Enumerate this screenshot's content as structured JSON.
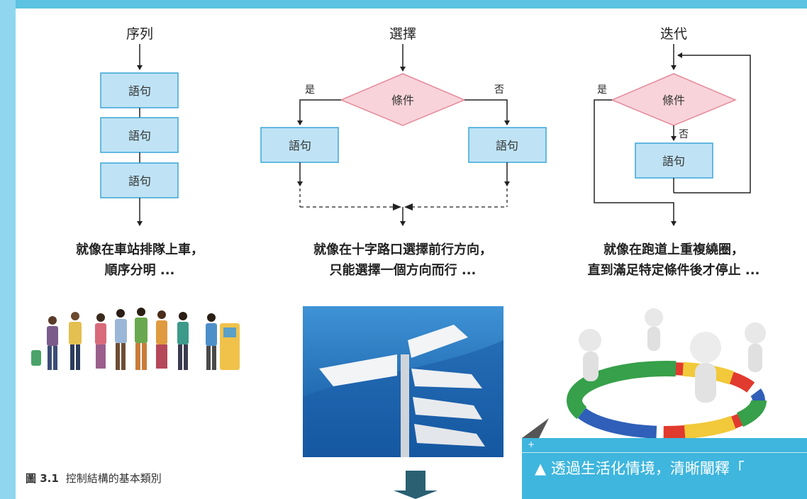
{
  "diagram": {
    "sequence": {
      "title": "序列",
      "statements": [
        "語句",
        "語句",
        "語句"
      ],
      "caption_line1": "就像在車站排隊上車，",
      "caption_line2": "順序分明 ..."
    },
    "selection": {
      "title": "選擇",
      "condition": "條件",
      "yes_label": "是",
      "no_label": "否",
      "left_statement": "語句",
      "right_statement": "語句",
      "caption_line1": "就像在十字路口選擇前行方向，",
      "caption_line2": "只能選擇一個方向而行 ..."
    },
    "iteration": {
      "title": "迭代",
      "condition": "條件",
      "yes_label": "是",
      "no_label": "否",
      "statement": "語句",
      "caption_line1": "就像在跑道上重複繞圈，",
      "caption_line2": "直到滿足特定條件後才停止 ..."
    }
  },
  "figure_caption": {
    "number": "圖 3.1",
    "text": "控制結構的基本類別"
  },
  "callout": {
    "text": "▲ 透過生活化情境，清晰闡釋「"
  },
  "colors": {
    "statement_fill": "#bfe3f5",
    "statement_border": "#3aa6d8",
    "condition_fill": "#f8d3da",
    "condition_border": "#e68a9a",
    "callout_bg": "#3fb6de",
    "sky": "#1f6fb8"
  }
}
